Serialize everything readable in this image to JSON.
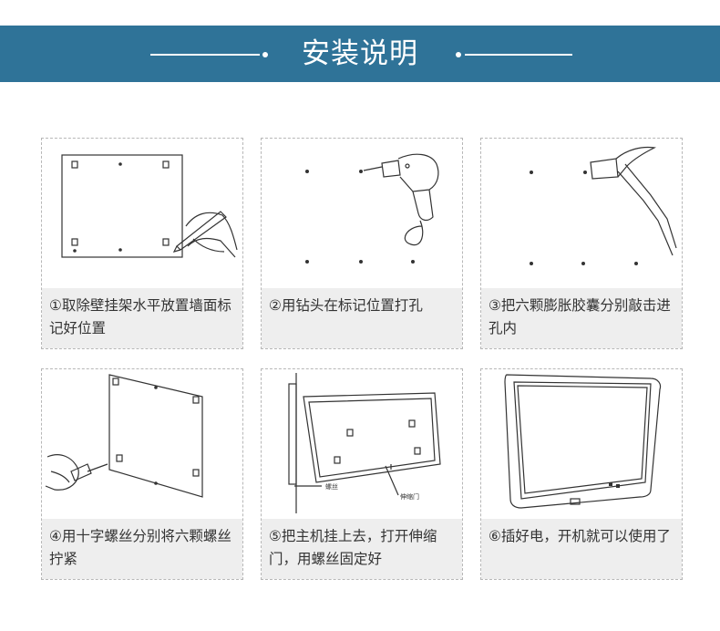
{
  "header": {
    "title": "安装说明"
  },
  "steps": [
    {
      "caption": "①取除壁挂架水平放置墙面标记好位置"
    },
    {
      "caption": "②用钻头在标记位置打孔"
    },
    {
      "caption": "③把六颗膨胀胶囊分别敲击进孔内"
    },
    {
      "caption": "④用十字螺丝分别将六颗螺丝拧紧"
    },
    {
      "caption": "⑤把主机挂上去，打开伸缩门，用螺丝固定好"
    },
    {
      "caption": "⑥插好电，开机就可以使用了"
    }
  ],
  "diagram_labels": {
    "screw": "螺丝",
    "sliding_door": "伸缩门"
  }
}
